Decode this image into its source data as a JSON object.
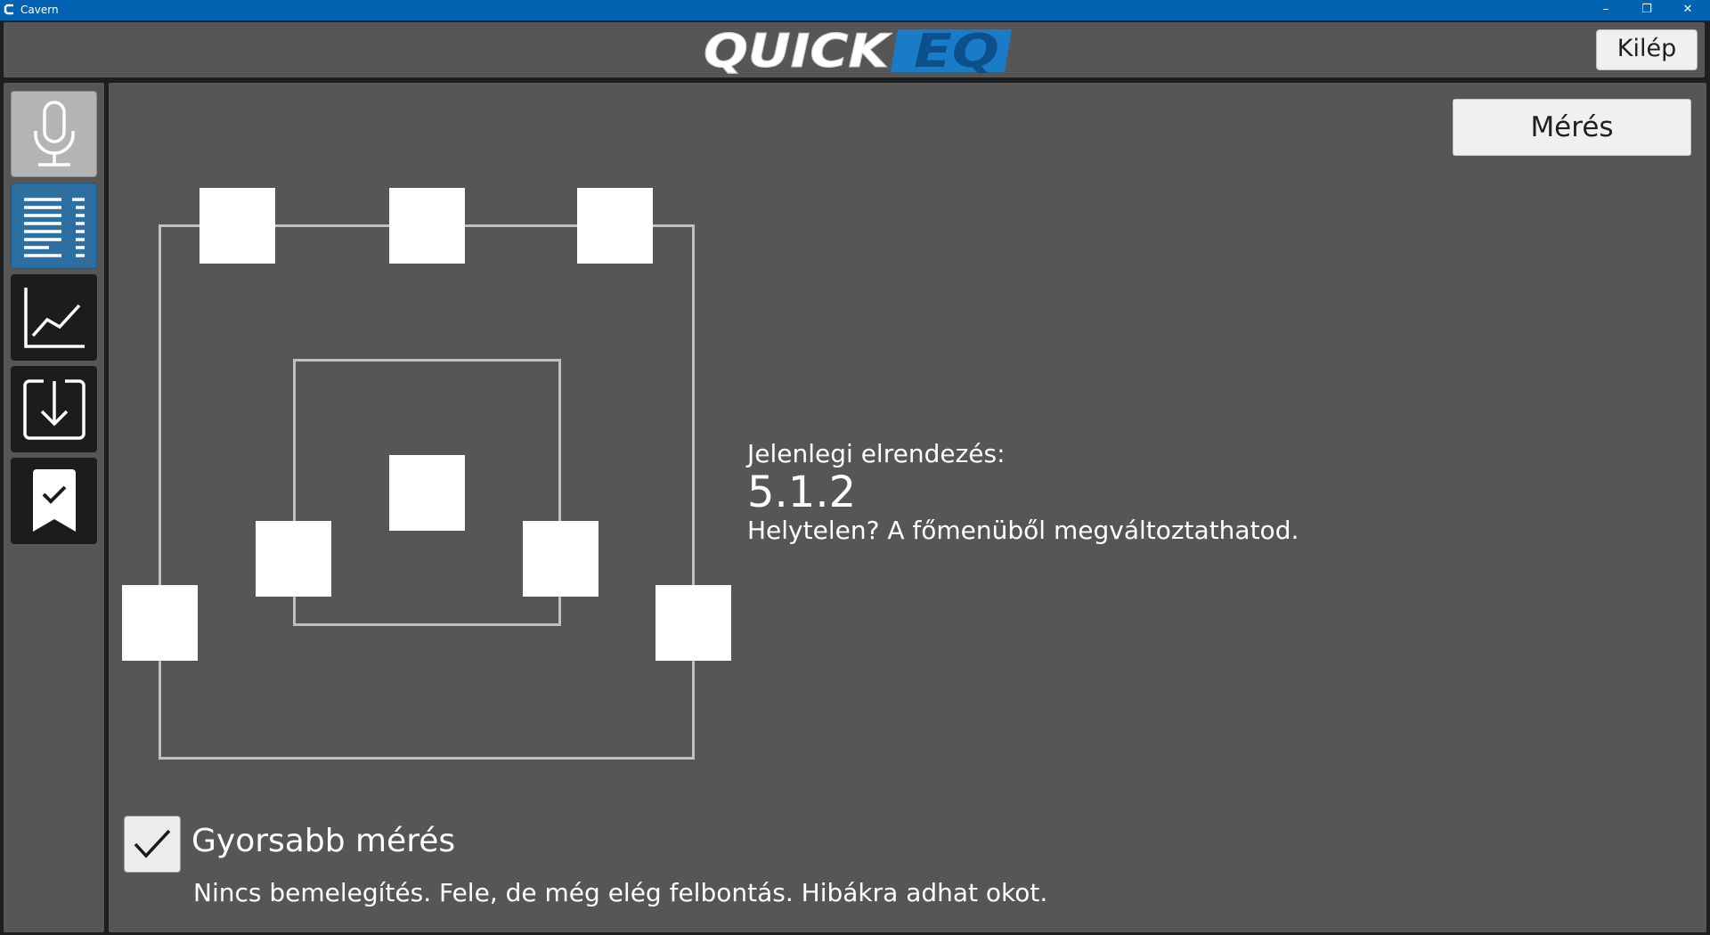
{
  "window": {
    "title": "Cavern",
    "minimize_glyph": "–",
    "restore_glyph": "❐",
    "close_glyph": "✕"
  },
  "header": {
    "logo_text_a": "QUICK",
    "logo_text_b": "EQ",
    "exit_label": "Kilép"
  },
  "sidebar": {
    "items": [
      {
        "name": "microphone",
        "icon": "microphone-icon"
      },
      {
        "name": "channel-list",
        "icon": "list-icon"
      },
      {
        "name": "graph",
        "icon": "line-chart-icon"
      },
      {
        "name": "import",
        "icon": "download-icon"
      },
      {
        "name": "finish",
        "icon": "bookmark-check-icon"
      }
    ]
  },
  "main": {
    "measure_label": "Mérés",
    "layout_label": "Jelenlegi elrendezés:",
    "layout_value": "5.1.2",
    "layout_hint": "Helytelen? A főmenüből megváltoztathatod.",
    "fast_measure_label": "Gyorsabb mérés",
    "fast_measure_checked": true,
    "fast_measure_desc": "Nincs bemelegítés. Fele, de még elég felbontás. Hibákra adhat okot."
  },
  "colors": {
    "titlebar": "#0063b1",
    "panel": "#565656",
    "accent": "#2e6fa1",
    "logo_blue": "#1a7cc9"
  }
}
